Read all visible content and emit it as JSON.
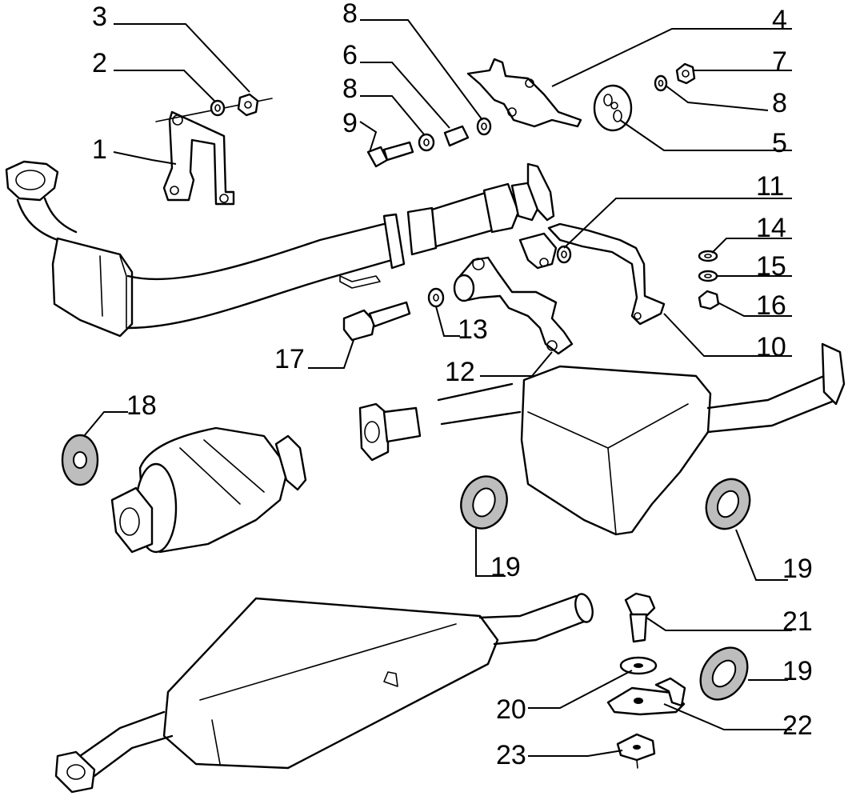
{
  "callouts": {
    "c1": "1",
    "c2": "2",
    "c3": "3",
    "c4": "4",
    "c5": "5",
    "c6": "6",
    "c7": "7",
    "c8a": "8",
    "c8b": "8",
    "c8c": "8",
    "c9": "9",
    "c10": "10",
    "c11": "11",
    "c12": "12",
    "c13": "13",
    "c14": "14",
    "c15": "15",
    "c16": "16",
    "c17": "17",
    "c18": "18",
    "c19a": "19",
    "c19b": "19",
    "c19c": "19",
    "c20": "20",
    "c21": "21",
    "c22": "22",
    "c23": "23"
  },
  "colors": {
    "line": "#000000",
    "gasket_fill": "#bdbdbd",
    "background": "#ffffff"
  }
}
